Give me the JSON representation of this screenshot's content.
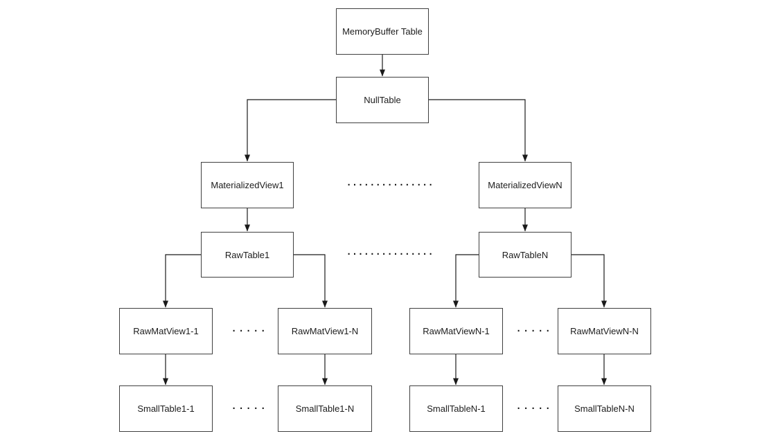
{
  "diagram": {
    "background": "#ffffff",
    "colors": {
      "box_fill": "#ffffff",
      "box_border": "#3f3f3f",
      "edge_line": "#1a1a1a",
      "text": "#1c1c1c"
    },
    "nodes": [
      {
        "id": "memory-buffer-table",
        "label": "MemoryBuffer Table"
      },
      {
        "id": "null-table",
        "label": "NullTable"
      },
      {
        "id": "materialized-view-1",
        "label": "MaterializedView1"
      },
      {
        "id": "materialized-view-n",
        "label": "MaterializedViewN"
      },
      {
        "id": "raw-table-1",
        "label": "RawTable1"
      },
      {
        "id": "raw-table-n",
        "label": "RawTableN"
      },
      {
        "id": "raw-mat-view-1-1",
        "label": "RawMatView1-1"
      },
      {
        "id": "raw-mat-view-1-n",
        "label": "RawMatView1-N"
      },
      {
        "id": "raw-mat-view-n-1",
        "label": "RawMatViewN-1"
      },
      {
        "id": "raw-mat-view-n-n",
        "label": "RawMatViewN-N"
      },
      {
        "id": "small-table-1-1",
        "label": "SmallTable1-1"
      },
      {
        "id": "small-table-1-n",
        "label": "SmallTable1-N"
      },
      {
        "id": "small-table-n-1",
        "label": "SmallTableN-1"
      },
      {
        "id": "small-table-n-n",
        "label": "SmallTableN-N"
      }
    ],
    "edges": [
      {
        "from": "MemoryBuffer Table",
        "to": "NullTable"
      },
      {
        "from": "NullTable",
        "to": "MaterializedView1"
      },
      {
        "from": "NullTable",
        "to": "MaterializedViewN"
      },
      {
        "from": "MaterializedView1",
        "to": "RawTable1"
      },
      {
        "from": "MaterializedViewN",
        "to": "RawTableN"
      },
      {
        "from": "RawTable1",
        "to": "RawMatView1-1"
      },
      {
        "from": "RawTable1",
        "to": "RawMatView1-N"
      },
      {
        "from": "RawTableN",
        "to": "RawMatViewN-1"
      },
      {
        "from": "RawTableN",
        "to": "RawMatViewN-N"
      },
      {
        "from": "RawMatView1-1",
        "to": "SmallTable1-1"
      },
      {
        "from": "RawMatView1-N",
        "to": "SmallTable1-N"
      },
      {
        "from": "RawMatViewN-1",
        "to": "SmallTableN-1"
      },
      {
        "from": "RawMatViewN-N",
        "to": "SmallTableN-N"
      }
    ],
    "ellipsis": {
      "long": "···············",
      "short": "·····"
    }
  }
}
